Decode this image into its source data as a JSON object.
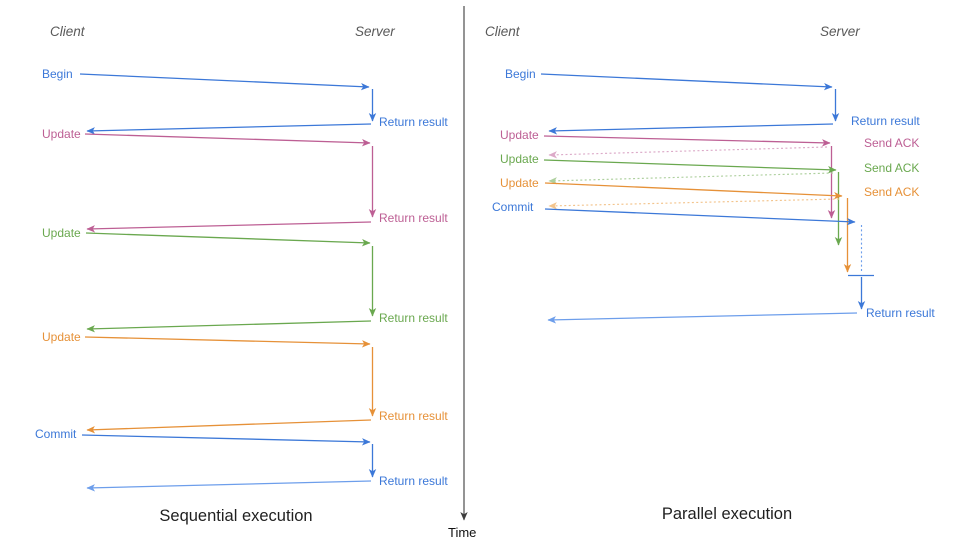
{
  "colors": {
    "blue": "#3c78d8",
    "blue_light": "#6d9eeb",
    "pink": "#bd5f94",
    "pink_light": "#dcaac8",
    "green": "#6aa84f",
    "green_light": "#aed09e",
    "orange": "#e69138",
    "orange_light": "#f3c48c",
    "heading_gray": "#595959",
    "axis": "#3d3d3d",
    "caption": "#1f1f1f"
  },
  "time_axis": {
    "label": "Time"
  },
  "left": {
    "title": "Sequential execution",
    "client_label": "Client",
    "server_label": "Server",
    "steps": [
      {
        "request": "Begin",
        "response": "Return result",
        "color": "blue"
      },
      {
        "request": "Update",
        "response": "Return result",
        "color": "pink"
      },
      {
        "request": "Update",
        "response": "Return result",
        "color": "green"
      },
      {
        "request": "Update",
        "response": "Return result",
        "color": "orange"
      },
      {
        "request": "Commit",
        "response": "Return result",
        "color": "blue"
      }
    ]
  },
  "right": {
    "title": "Parallel execution",
    "client_label": "Client",
    "server_label": "Server",
    "steps": [
      {
        "request": "Begin",
        "response": "Return result",
        "color": "blue"
      },
      {
        "request": "Update",
        "response": "Send ACK",
        "color": "pink"
      },
      {
        "request": "Update",
        "response": "Send ACK",
        "color": "green"
      },
      {
        "request": "Update",
        "response": "Send ACK",
        "color": "orange"
      },
      {
        "request": "Commit",
        "response": "Return result",
        "color": "blue"
      }
    ]
  }
}
